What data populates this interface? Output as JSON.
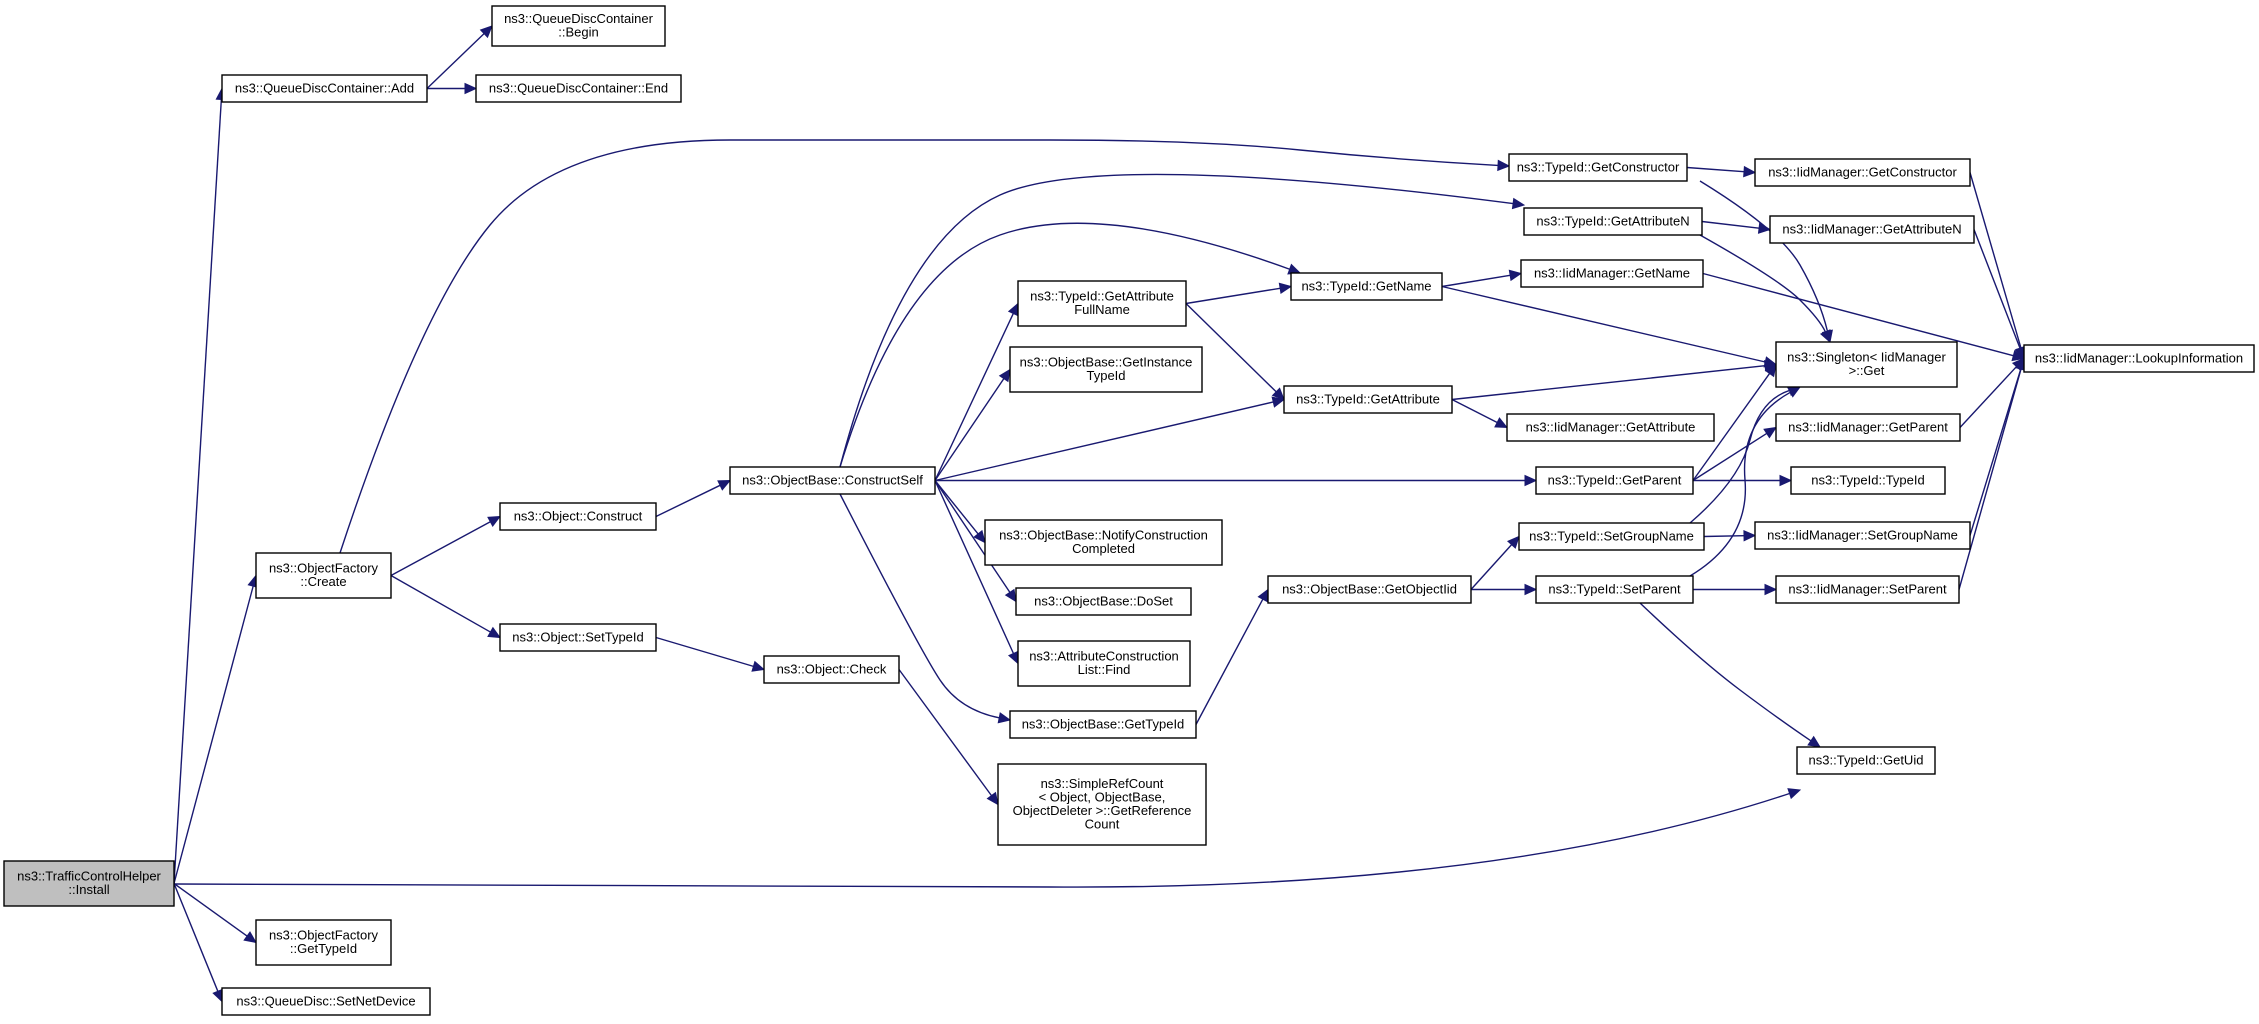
{
  "diagram": {
    "colors": {
      "edge": "#191970",
      "node_border": "#000000",
      "node_fill": "#ffffff",
      "root_fill": "#bfbfbf"
    },
    "nodes": [
      {
        "id": "tch_install",
        "lines": [
          "ns3::TrafficControlHelper",
          "::Install"
        ],
        "root": true
      },
      {
        "id": "qdc_add",
        "lines": [
          "ns3::QueueDiscContainer::Add"
        ]
      },
      {
        "id": "qdc_begin",
        "lines": [
          "ns3::QueueDiscContainer",
          "::Begin"
        ]
      },
      {
        "id": "qdc_end",
        "lines": [
          "ns3::QueueDiscContainer::End"
        ]
      },
      {
        "id": "of_create",
        "lines": [
          "ns3::ObjectFactory",
          "::Create"
        ]
      },
      {
        "id": "of_gettypeid",
        "lines": [
          "ns3::ObjectFactory",
          "::GetTypeId"
        ]
      },
      {
        "id": "qd_setnetdevice",
        "lines": [
          "ns3::QueueDisc::SetNetDevice"
        ]
      },
      {
        "id": "obj_construct",
        "lines": [
          "ns3::Object::Construct"
        ]
      },
      {
        "id": "obj_settypeid",
        "lines": [
          "ns3::Object::SetTypeId"
        ]
      },
      {
        "id": "obj_check",
        "lines": [
          "ns3::Object::Check"
        ]
      },
      {
        "id": "ob_constructself",
        "lines": [
          "ns3::ObjectBase::ConstructSelf"
        ]
      },
      {
        "id": "src_getrefcount",
        "lines": [
          "ns3::SimpleRefCount",
          "< Object, ObjectBase,",
          "ObjectDeleter >::GetReference",
          "Count"
        ]
      },
      {
        "id": "tid_getattrfullname",
        "lines": [
          "ns3::TypeId::GetAttribute",
          "FullName"
        ]
      },
      {
        "id": "ob_getinstancetypeid",
        "lines": [
          "ns3::ObjectBase::GetInstance",
          "TypeId"
        ]
      },
      {
        "id": "ob_notifyconstruction",
        "lines": [
          "ns3::ObjectBase::NotifyConstruction",
          "Completed"
        ]
      },
      {
        "id": "ob_doset",
        "lines": [
          "ns3::ObjectBase::DoSet"
        ]
      },
      {
        "id": "acl_find",
        "lines": [
          "ns3::AttributeConstruction",
          "List::Find"
        ]
      },
      {
        "id": "ob_gettypeid",
        "lines": [
          "ns3::ObjectBase::GetTypeId"
        ]
      },
      {
        "id": "tid_getname",
        "lines": [
          "ns3::TypeId::GetName"
        ]
      },
      {
        "id": "tid_getattribute",
        "lines": [
          "ns3::TypeId::GetAttribute"
        ]
      },
      {
        "id": "ob_getobjectiid",
        "lines": [
          "ns3::ObjectBase::GetObjectIid"
        ]
      },
      {
        "id": "tid_getconstructor",
        "lines": [
          "ns3::TypeId::GetConstructor"
        ]
      },
      {
        "id": "tid_getattributen",
        "lines": [
          "ns3::TypeId::GetAttributeN"
        ]
      },
      {
        "id": "iid_getname",
        "lines": [
          "ns3::IidManager::GetName"
        ]
      },
      {
        "id": "iid_getattribute",
        "lines": [
          "ns3::IidManager::GetAttribute"
        ]
      },
      {
        "id": "tid_getparent",
        "lines": [
          "ns3::TypeId::GetParent"
        ]
      },
      {
        "id": "tid_setgroupname",
        "lines": [
          "ns3::TypeId::SetGroupName"
        ]
      },
      {
        "id": "tid_setparent",
        "lines": [
          "ns3::TypeId::SetParent"
        ]
      },
      {
        "id": "iid_getconstructor",
        "lines": [
          "ns3::IidManager::GetConstructor"
        ]
      },
      {
        "id": "iid_getattributen",
        "lines": [
          "ns3::IidManager::GetAttributeN"
        ]
      },
      {
        "id": "singleton_get",
        "lines": [
          "ns3::Singleton< IidManager",
          ">::Get"
        ]
      },
      {
        "id": "iid_getparent",
        "lines": [
          "ns3::IidManager::GetParent"
        ]
      },
      {
        "id": "tid_typeid",
        "lines": [
          "ns3::TypeId::TypeId"
        ]
      },
      {
        "id": "iid_setgroupname",
        "lines": [
          "ns3::IidManager::SetGroupName"
        ]
      },
      {
        "id": "iid_setparent",
        "lines": [
          "ns3::IidManager::SetParent"
        ]
      },
      {
        "id": "tid_getuid",
        "lines": [
          "ns3::TypeId::GetUid"
        ]
      },
      {
        "id": "iid_lookupinformation",
        "lines": [
          "ns3::IidManager::LookupInformation"
        ]
      }
    ],
    "edges": [
      {
        "from": "tch_install",
        "to": "qdc_add"
      },
      {
        "from": "tch_install",
        "to": "of_create"
      },
      {
        "from": "tch_install",
        "to": "tid_getuid"
      },
      {
        "from": "tch_install",
        "to": "of_gettypeid"
      },
      {
        "from": "tch_install",
        "to": "qd_setnetdevice"
      },
      {
        "from": "qdc_add",
        "to": "qdc_begin"
      },
      {
        "from": "qdc_add",
        "to": "qdc_end"
      },
      {
        "from": "of_create",
        "to": "tid_getconstructor"
      },
      {
        "from": "of_create",
        "to": "obj_construct"
      },
      {
        "from": "of_create",
        "to": "obj_settypeid"
      },
      {
        "from": "obj_construct",
        "to": "ob_constructself"
      },
      {
        "from": "obj_settypeid",
        "to": "obj_check"
      },
      {
        "from": "obj_check",
        "to": "src_getrefcount"
      },
      {
        "from": "ob_constructself",
        "to": "tid_getattributen"
      },
      {
        "from": "ob_constructself",
        "to": "tid_getname"
      },
      {
        "from": "ob_constructself",
        "to": "tid_getattrfullname"
      },
      {
        "from": "ob_constructself",
        "to": "ob_getinstancetypeid"
      },
      {
        "from": "ob_constructself",
        "to": "tid_getattribute"
      },
      {
        "from": "ob_constructself",
        "to": "tid_getparent"
      },
      {
        "from": "ob_constructself",
        "to": "ob_notifyconstruction"
      },
      {
        "from": "ob_constructself",
        "to": "ob_doset"
      },
      {
        "from": "ob_constructself",
        "to": "acl_find"
      },
      {
        "from": "ob_constructself",
        "to": "ob_gettypeid"
      },
      {
        "from": "tid_getattrfullname",
        "to": "tid_getname"
      },
      {
        "from": "tid_getattrfullname",
        "to": "tid_getattribute"
      },
      {
        "from": "ob_gettypeid",
        "to": "ob_getobjectiid"
      },
      {
        "from": "ob_getobjectiid",
        "to": "tid_setgroupname"
      },
      {
        "from": "ob_getobjectiid",
        "to": "tid_setparent"
      },
      {
        "from": "tid_getname",
        "to": "iid_getname"
      },
      {
        "from": "tid_getname",
        "to": "singleton_get"
      },
      {
        "from": "tid_getattribute",
        "to": "singleton_get"
      },
      {
        "from": "tid_getattribute",
        "to": "iid_getattribute"
      },
      {
        "from": "tid_getconstructor",
        "to": "iid_getconstructor"
      },
      {
        "from": "tid_getconstructor",
        "to": "singleton_get"
      },
      {
        "from": "tid_getattributen",
        "to": "iid_getattributen"
      },
      {
        "from": "tid_getattributen",
        "to": "singleton_get"
      },
      {
        "from": "tid_getparent",
        "to": "singleton_get"
      },
      {
        "from": "tid_getparent",
        "to": "iid_getparent"
      },
      {
        "from": "tid_getparent",
        "to": "tid_typeid"
      },
      {
        "from": "tid_setgroupname",
        "to": "singleton_get"
      },
      {
        "from": "tid_setgroupname",
        "to": "iid_setgroupname"
      },
      {
        "from": "tid_setparent",
        "to": "singleton_get"
      },
      {
        "from": "tid_setparent",
        "to": "iid_setparent"
      },
      {
        "from": "tid_setparent",
        "to": "tid_getuid"
      },
      {
        "from": "iid_getname",
        "to": "iid_lookupinformation"
      },
      {
        "from": "iid_getconstructor",
        "to": "iid_lookupinformation"
      },
      {
        "from": "iid_getattributen",
        "to": "iid_lookupinformation"
      },
      {
        "from": "iid_getparent",
        "to": "iid_lookupinformation"
      },
      {
        "from": "iid_setgroupname",
        "to": "iid_lookupinformation"
      },
      {
        "from": "iid_setparent",
        "to": "iid_lookupinformation"
      }
    ]
  }
}
